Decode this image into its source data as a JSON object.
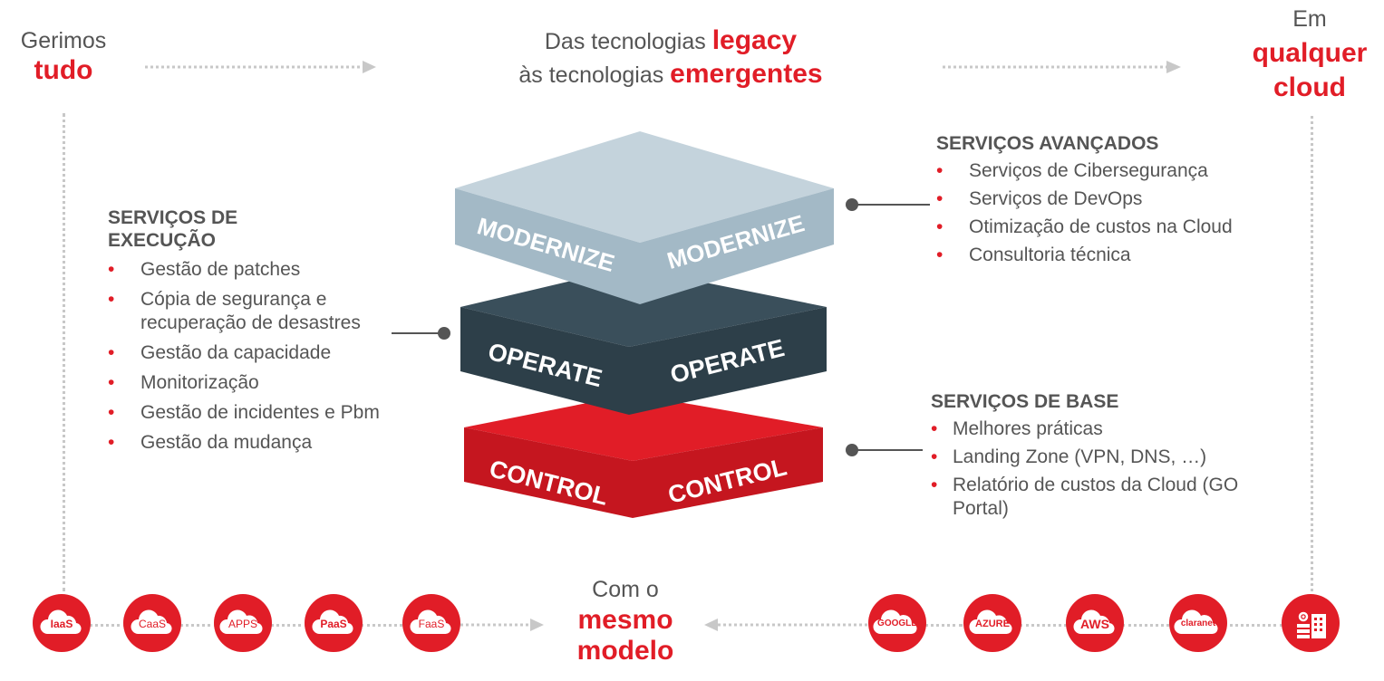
{
  "top": {
    "left_line1": "Gerimos",
    "left_line2": "tudo",
    "center_line1_prefix": "Das tecnologias ",
    "center_line1_highlight": "legacy",
    "center_line2_prefix": "às tecnologias ",
    "center_line2_highlight": "emergentes",
    "right_line1": "Em",
    "right_line2": "qualquer",
    "right_line3": "cloud"
  },
  "layers": {
    "modernize_left": "MODERNIZE",
    "modernize_right": "MODERNIZE",
    "operate_left": "OPERATE",
    "operate_right": "OPERATE",
    "control_left": "CONTROL",
    "control_right": "CONTROL"
  },
  "colors": {
    "accent_red": "#e11d27",
    "modernize_top": "#c4d3dc",
    "modernize_side": "#a3b9c6",
    "operate_top": "#3a4f5b",
    "operate_side": "#2d3f49",
    "control_top": "#e11d27",
    "control_side": "#c5161f"
  },
  "execucao": {
    "title_line1": "SERVIÇOS DE",
    "title_line2": "EXECUÇÃO",
    "items": [
      "Gestão de patches",
      "Cópia de segurança e recuperação de desastres",
      "Gestão da capacidade",
      "Monitorização",
      "Gestão de incidentes e Pbm",
      "Gestão da mudança"
    ]
  },
  "avancados": {
    "title": "SERVIÇOS AVANÇADOS",
    "items": [
      "Serviços de Cibersegurança",
      "Serviços de DevOps",
      "Otimização de custos na Cloud",
      "Consultoria técnica"
    ]
  },
  "base": {
    "title": "SERVIÇOS DE BASE",
    "items": [
      "Melhores práticas",
      "Landing Zone (VPN, DNS, …)",
      "Relatório de custos da Cloud (GO Portal)"
    ]
  },
  "bottom": {
    "line1": "Com o",
    "line2": "mesmo",
    "line3": "modelo",
    "left_clouds": [
      "IaaS",
      "CaaS",
      "APPS",
      "PaaS",
      "FaaS"
    ],
    "right_clouds": [
      "GOOGLE",
      "AZURE",
      "AWS",
      "claranet"
    ],
    "last_icon": "datacenter-icon"
  }
}
